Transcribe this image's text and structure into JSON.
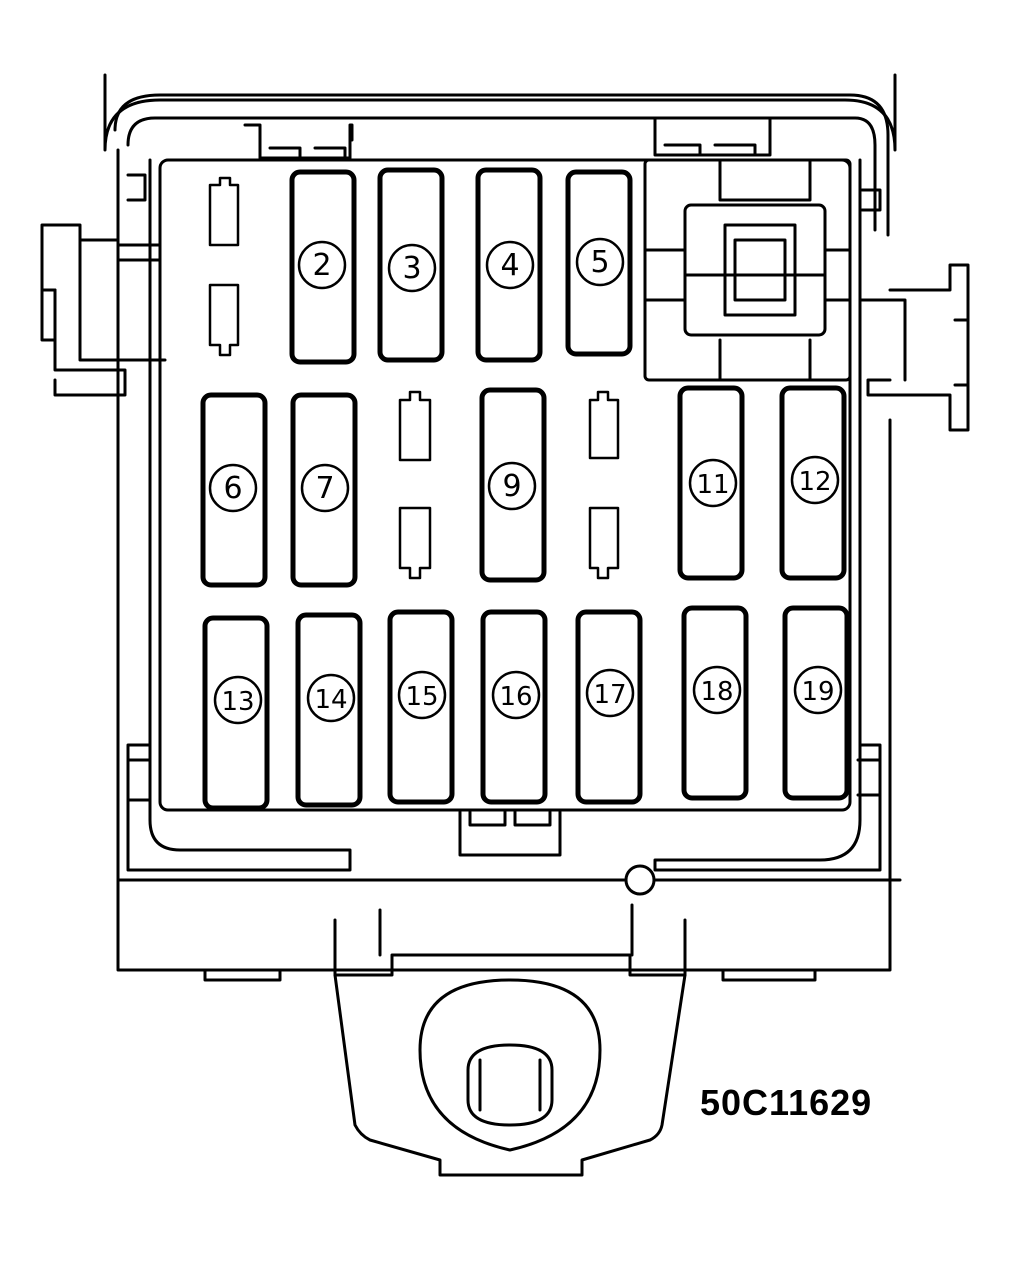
{
  "diagram": {
    "reference_code": "50C11629",
    "line_color": "#000000",
    "background_color": "#ffffff",
    "fuses": [
      {
        "label": "2"
      },
      {
        "label": "3"
      },
      {
        "label": "4"
      },
      {
        "label": "5"
      },
      {
        "label": "6"
      },
      {
        "label": "7"
      },
      {
        "label": "9"
      },
      {
        "label": "11"
      },
      {
        "label": "12"
      },
      {
        "label": "13"
      },
      {
        "label": "14"
      },
      {
        "label": "15"
      },
      {
        "label": "16"
      },
      {
        "label": "17"
      },
      {
        "label": "18"
      },
      {
        "label": "19"
      }
    ]
  }
}
